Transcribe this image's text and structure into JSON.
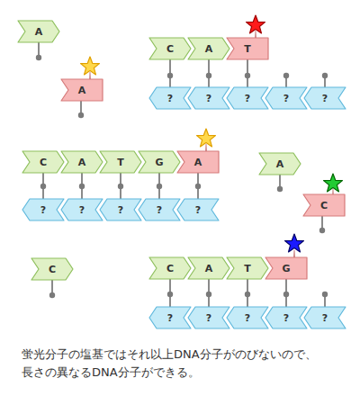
{
  "diagram": {
    "caption": "蛍光分子の塩基ではそれ以上DNA分子がのびないので、 長さの異なるDNA分子ができる。",
    "nodes": [
      {
        "text": [
          "A"
        ]
      },
      {
        "text": [
          "C"
        ]
      },
      {
        "text": [
          "A"
        ]
      },
      {
        "text": [
          "T"
        ]
      },
      {
        "text": [
          "A"
        ]
      },
      {
        "text": [
          "?"
        ]
      },
      {
        "text": [
          "?"
        ]
      },
      {
        "text": [
          "?"
        ]
      },
      {
        "text": [
          "?"
        ]
      },
      {
        "text": [
          "?"
        ]
      },
      {
        "text": [
          "C"
        ]
      },
      {
        "text": [
          "A"
        ]
      },
      {
        "text": [
          "T"
        ]
      },
      {
        "text": [
          "G"
        ]
      },
      {
        "text": [
          "A"
        ]
      },
      {
        "text": [
          "A"
        ]
      },
      {
        "text": [
          "C"
        ]
      },
      {
        "text": [
          "?"
        ]
      },
      {
        "text": [
          "?"
        ]
      },
      {
        "text": [
          "?"
        ]
      },
      {
        "text": [
          "?"
        ]
      },
      {
        "text": [
          "?"
        ]
      },
      {
        "text": [
          "C"
        ]
      },
      {
        "text": [
          "C"
        ]
      },
      {
        "text": [
          "A"
        ]
      },
      {
        "text": [
          "T"
        ]
      },
      {
        "text": [
          "G"
        ]
      },
      {
        "text": [
          "?"
        ]
      },
      {
        "text": [
          "?"
        ]
      },
      {
        "text": [
          "?"
        ]
      },
      {
        "text": [
          "?"
        ]
      },
      {
        "text": [
          "?"
        ]
      }
    ]
  }
}
